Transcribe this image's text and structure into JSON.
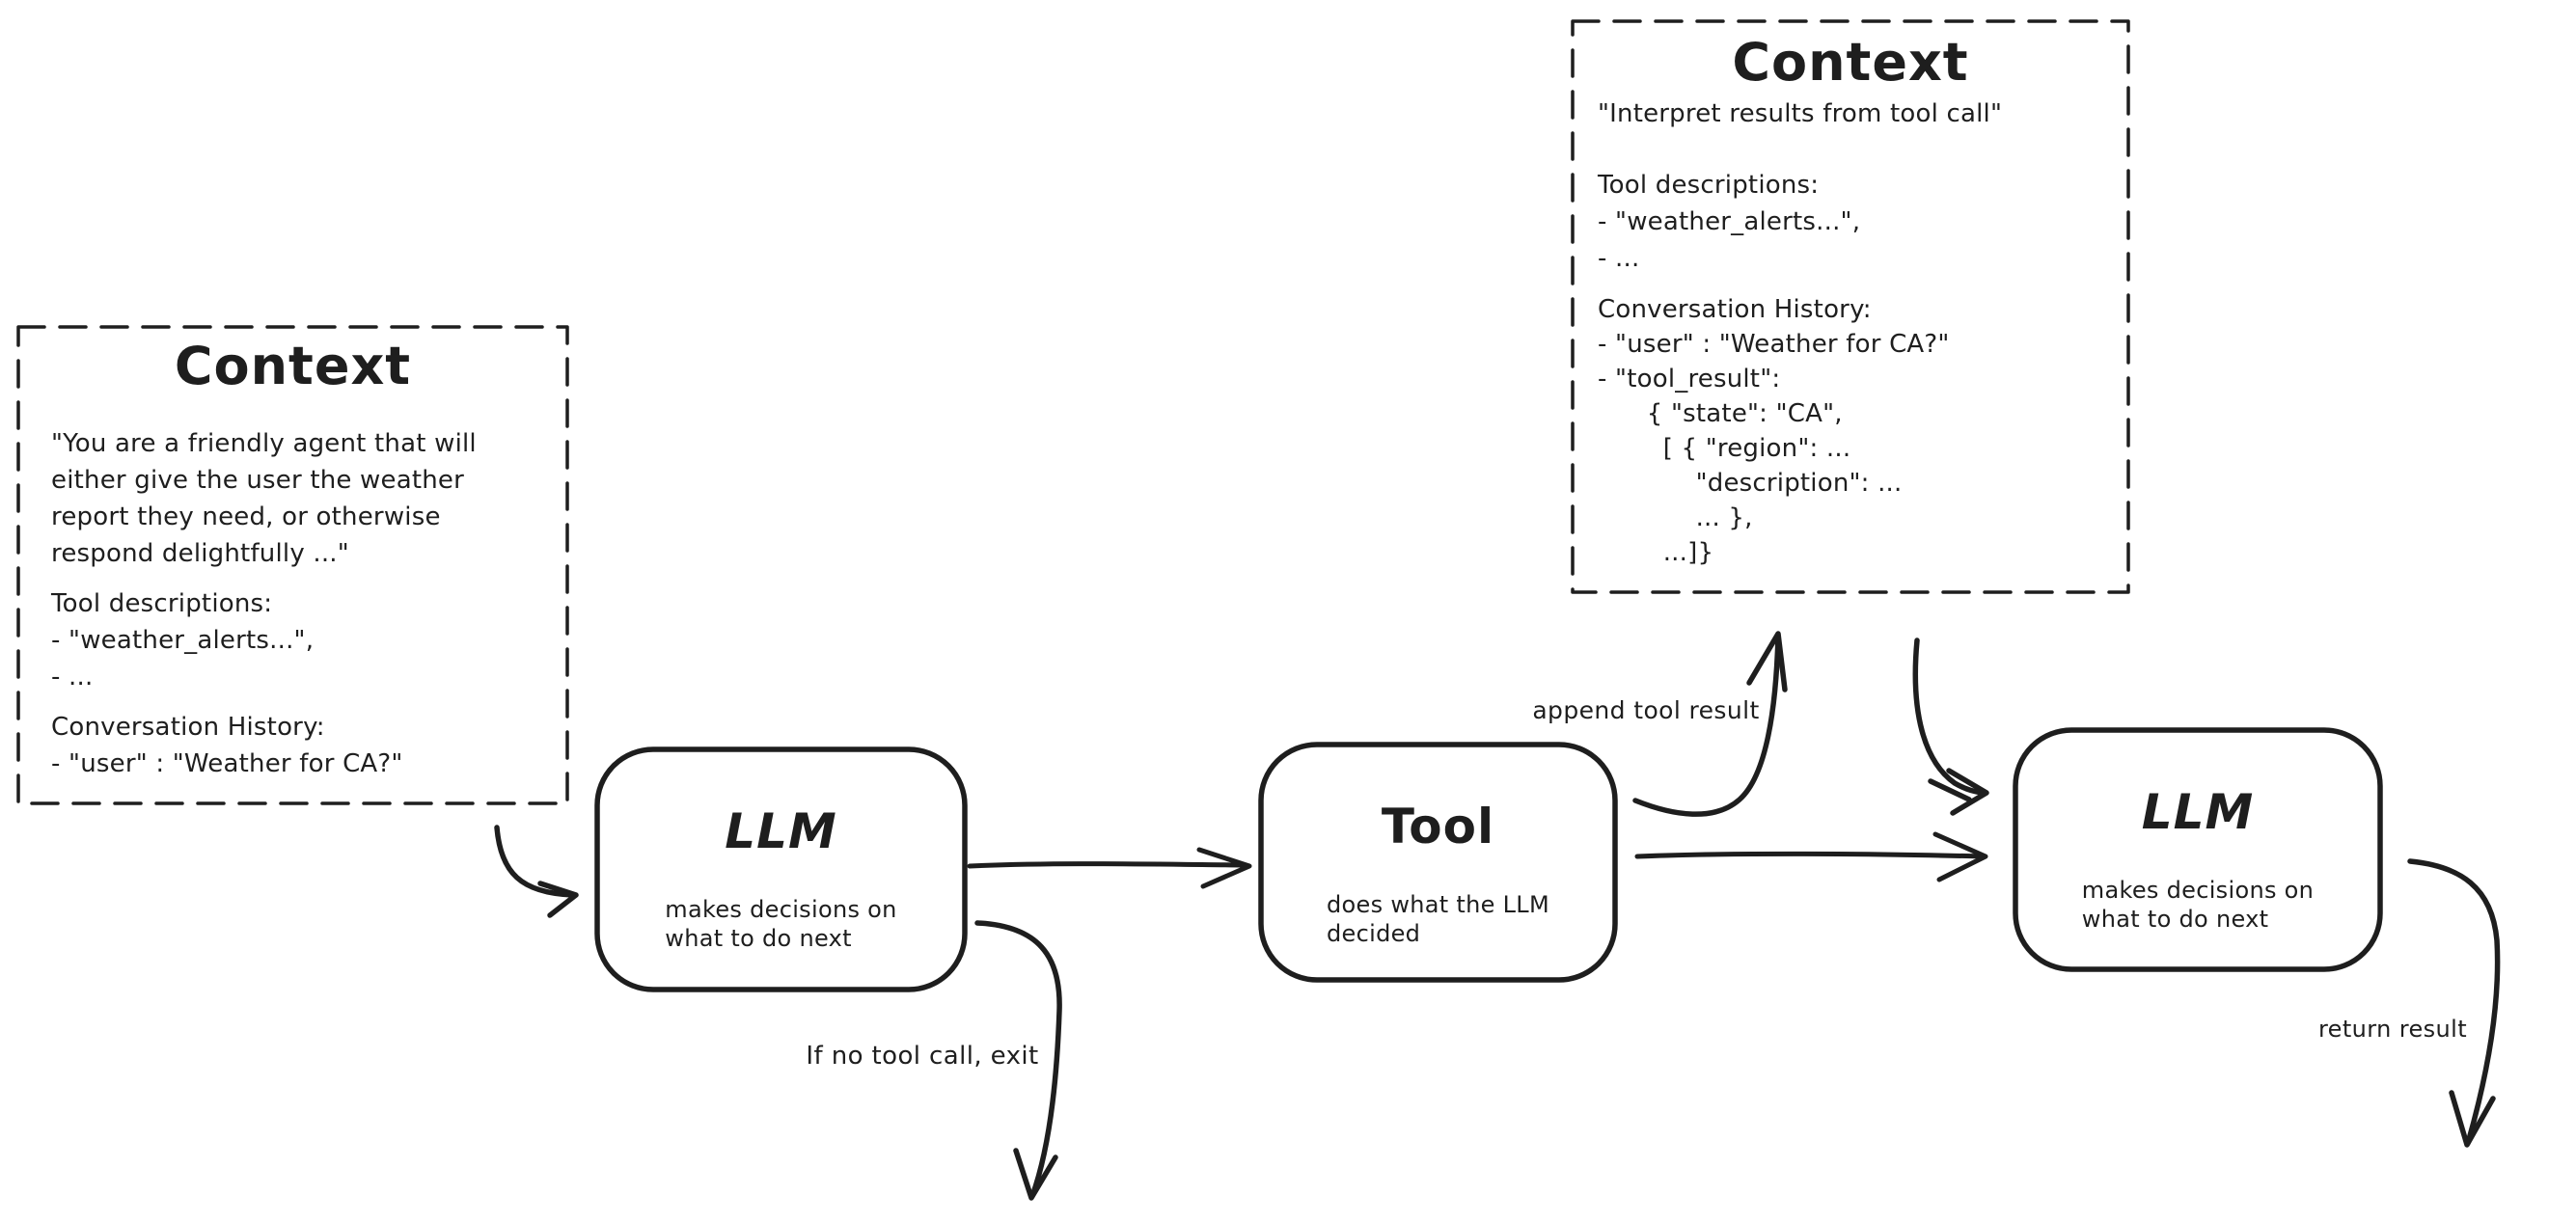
{
  "colors": {
    "ink": "#1e1e1e",
    "background": "#ffffff"
  },
  "context_left": {
    "title": "Context",
    "system_prompt": "\"You are a friendly agent that will\neither give the user the weather\nreport they need, or otherwise\nrespond delightfully ...\"",
    "tool_descriptions": "Tool descriptions:\n- \"weather_alerts...\",\n- ...",
    "conversation_history": "Conversation History:\n- \"user\" : \"Weather for CA?\""
  },
  "context_right": {
    "title": "Context",
    "system_prompt": "\"Interpret results from tool call\"",
    "tool_descriptions": "Tool descriptions:\n- \"weather_alerts...\",\n- ...",
    "conversation_history": "Conversation History:\n- \"user\" : \"Weather for CA?\"\n- \"tool_result\":\n      { \"state\": \"CA\",\n        [ { \"region\": ...\n            \"description\": ...\n            ... },\n        ...]}"
  },
  "nodes": {
    "llm_1": {
      "title": "LLM",
      "subtitle": "makes decisions on\nwhat to do next"
    },
    "tool": {
      "title": "Tool",
      "subtitle": "does what the LLM\ndecided"
    },
    "llm_2": {
      "title": "LLM",
      "subtitle": "makes decisions on\nwhat to do next"
    }
  },
  "edge_labels": {
    "append_tool_result": "append tool result",
    "if_no_tool_call_exit": "If no tool call, exit",
    "return_result": "return result"
  }
}
